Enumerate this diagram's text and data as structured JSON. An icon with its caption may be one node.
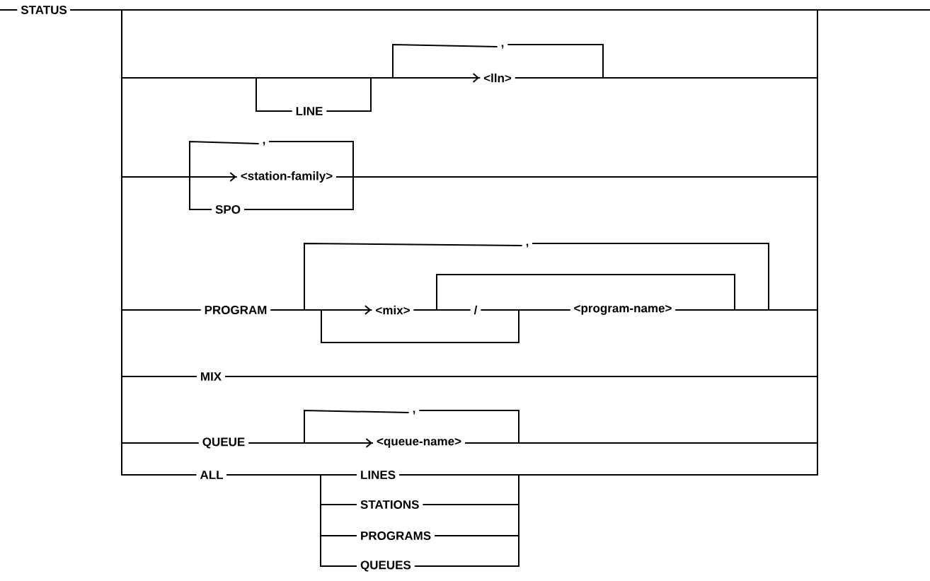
{
  "diagram": {
    "nodes": [
      {
        "text": [
          "STATUS"
        ]
      },
      {
        "text": [
          ","
        ]
      },
      {
        "text": [
          "<lln>"
        ]
      },
      {
        "text": [
          "LINE"
        ]
      },
      {
        "text": [
          ","
        ]
      },
      {
        "text": [
          "<station-family>"
        ]
      },
      {
        "text": [
          "SPO"
        ]
      },
      {
        "text": [
          ","
        ]
      },
      {
        "text": [
          "PROGRAM"
        ]
      },
      {
        "text": [
          "<mix>"
        ]
      },
      {
        "text": [
          "/"
        ]
      },
      {
        "text": [
          "<program-name>"
        ]
      },
      {
        "text": [
          "MIX"
        ]
      },
      {
        "text": [
          ","
        ]
      },
      {
        "text": [
          "QUEUE"
        ]
      },
      {
        "text": [
          "<queue-name>"
        ]
      },
      {
        "text": [
          "ALL"
        ]
      },
      {
        "text": [
          "LINES"
        ]
      },
      {
        "text": [
          "STATIONS"
        ]
      },
      {
        "text": [
          "PROGRAMS"
        ]
      },
      {
        "text": [
          "QUEUES"
        ]
      }
    ],
    "edges": [
      {
        "from": 0,
        "to": null,
        "arrow": "none"
      },
      {
        "from": null,
        "to": 0,
        "arrow": "none"
      },
      {
        "from": 0,
        "to": 2,
        "arrow": "none"
      },
      {
        "from": 0,
        "to": 3,
        "arrow": "none"
      },
      {
        "from": 3,
        "to": 2,
        "arrow": "none"
      },
      {
        "from": 1,
        "to": 2,
        "arrow": "to"
      },
      {
        "from": 2,
        "to": 1,
        "arrow": "none"
      },
      {
        "from": 2,
        "to": null,
        "arrow": "none"
      },
      {
        "from": 0,
        "to": 5,
        "arrow": "none"
      },
      {
        "from": 0,
        "to": 6,
        "arrow": "none"
      },
      {
        "from": 4,
        "to": 5,
        "arrow": "to"
      },
      {
        "from": 5,
        "to": 4,
        "arrow": "none"
      },
      {
        "from": 6,
        "to": 4,
        "arrow": "none"
      },
      {
        "from": 5,
        "to": null,
        "arrow": "none"
      },
      {
        "from": 0,
        "to": 8,
        "arrow": "none"
      },
      {
        "from": 8,
        "to": 9,
        "arrow": "none"
      },
      {
        "from": 9,
        "to": 10,
        "arrow": "none"
      },
      {
        "from": 10,
        "to": 11,
        "arrow": "none"
      },
      {
        "from": 8,
        "to": 11,
        "arrow": "none"
      },
      {
        "from": 7,
        "to": 9,
        "arrow": "to"
      },
      {
        "from": 11,
        "to": 7,
        "arrow": "none"
      },
      {
        "from": 9,
        "to": 7,
        "arrow": "none"
      },
      {
        "from": 11,
        "to": null,
        "arrow": "none"
      },
      {
        "from": 0,
        "to": 12,
        "arrow": "none"
      },
      {
        "from": 12,
        "to": null,
        "arrow": "none"
      },
      {
        "from": 0,
        "to": 14,
        "arrow": "none"
      },
      {
        "from": 14,
        "to": 15,
        "arrow": "none"
      },
      {
        "from": 13,
        "to": 15,
        "arrow": "to"
      },
      {
        "from": 15,
        "to": 13,
        "arrow": "none"
      },
      {
        "from": 15,
        "to": null,
        "arrow": "none"
      },
      {
        "from": 0,
        "to": 16,
        "arrow": "none"
      },
      {
        "from": 16,
        "to": 17,
        "arrow": "none"
      },
      {
        "from": 16,
        "to": 18,
        "arrow": "none"
      },
      {
        "from": 16,
        "to": 19,
        "arrow": "none"
      },
      {
        "from": 16,
        "to": 20,
        "arrow": "none"
      },
      {
        "from": 17,
        "to": null,
        "arrow": "none"
      },
      {
        "from": 18,
        "to": null,
        "arrow": "none"
      },
      {
        "from": 19,
        "to": null,
        "arrow": "none"
      },
      {
        "from": 20,
        "to": null,
        "arrow": "none"
      }
    ]
  }
}
